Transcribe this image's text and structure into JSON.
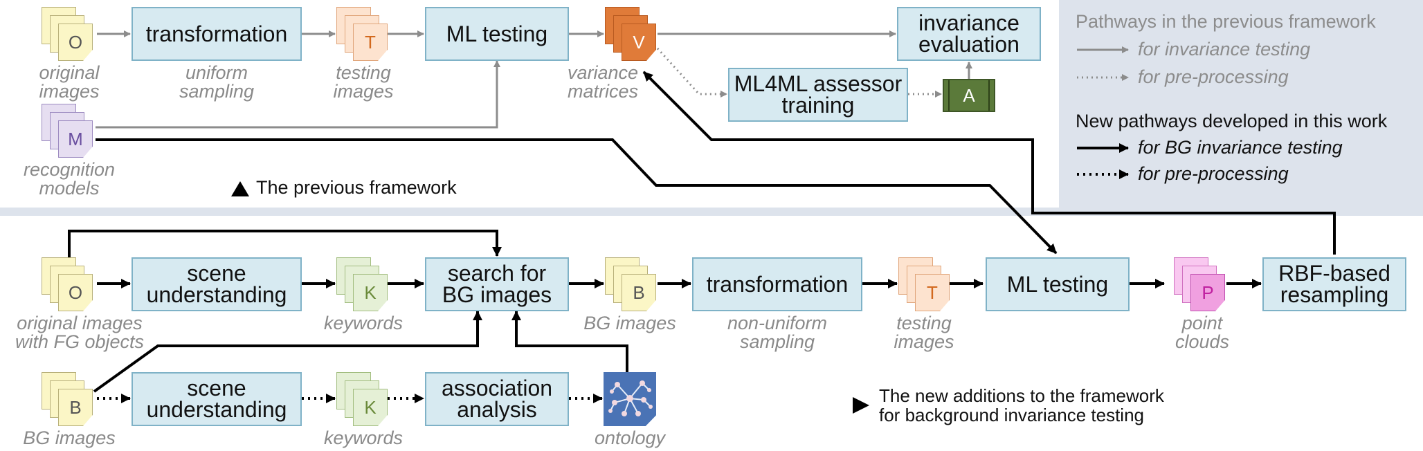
{
  "colors": {
    "box_fill": "#d7eaf1",
    "box_border": "#7fb2c7",
    "legend_bg": "#dde3ec",
    "gray_arrow": "#8c8c8c",
    "black_arrow": "#000000",
    "variance_orange": "#e07b39",
    "assessor_green": "#5b7a3a",
    "point_cloud_pink": "#f0a0e0",
    "ontology_blue": "#4a73b5"
  },
  "top": {
    "stack_original": "O",
    "label_original": [
      "original",
      "images"
    ],
    "box_transformation": "transformation",
    "label_uniform": [
      "uniform",
      "sampling"
    ],
    "stack_testing": "T",
    "label_testing": [
      "testing",
      "images"
    ],
    "box_ml_testing": "ML testing",
    "stack_variance": "V",
    "label_variance": [
      "variance",
      "matrices"
    ],
    "box_invariance": [
      "invariance",
      "evaluation"
    ],
    "box_assessor": [
      "ML4ML assessor",
      "training"
    ],
    "assessor_icon": "A",
    "stack_models": "M",
    "label_models": [
      "recognition",
      "models"
    ],
    "caption": "The previous framework"
  },
  "legend": {
    "title_prev": "Pathways in the previous framework",
    "prev_solid": "for invariance testing",
    "prev_dotted": "for pre-processing",
    "title_new": "New pathways developed in this work",
    "new_solid": "for BG invariance testing",
    "new_dotted": "for pre-processing"
  },
  "bottom": {
    "stack_original": "O",
    "label_original": [
      "original images",
      "with FG objects"
    ],
    "box_scene1": [
      "scene",
      "understanding"
    ],
    "stack_keywords1": "K",
    "label_keywords1": "keywords",
    "box_search": [
      "search for",
      "BG images"
    ],
    "stack_bg": "B",
    "label_bg": "BG images",
    "box_transformation": "transformation",
    "label_nonuniform": [
      "non-uniform",
      "sampling"
    ],
    "stack_testing": "T",
    "label_testing": [
      "testing",
      "images"
    ],
    "box_ml_testing": "ML testing",
    "stack_points": "P",
    "label_points": [
      "point",
      "clouds"
    ],
    "box_rbf": [
      "RBF-based",
      "resampling"
    ],
    "stack_bg2": "B",
    "label_bg2": "BG images",
    "box_scene2": [
      "scene",
      "understanding"
    ],
    "stack_keywords2": "K",
    "label_keywords2": "keywords",
    "box_association": [
      "association",
      "analysis"
    ],
    "label_ontology": "ontology",
    "caption": [
      "The new additions to the framework",
      "for background invariance testing"
    ]
  }
}
